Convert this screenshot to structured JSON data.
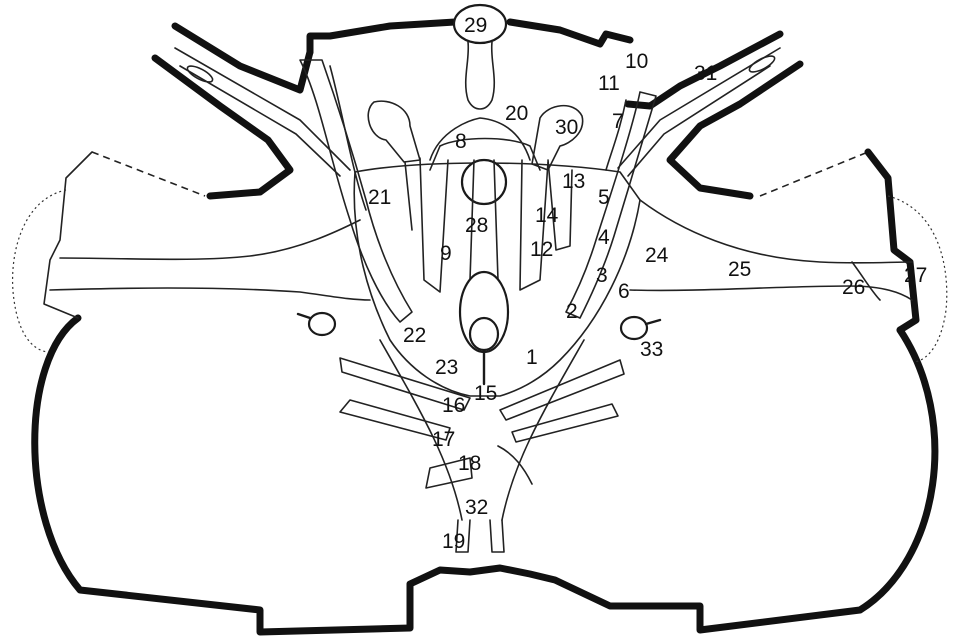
{
  "labels": [
    {
      "id": "1",
      "text": "1"
    },
    {
      "id": "2",
      "text": "2"
    },
    {
      "id": "3",
      "text": "3"
    },
    {
      "id": "4",
      "text": "4"
    },
    {
      "id": "5",
      "text": "5"
    },
    {
      "id": "6",
      "text": "6"
    },
    {
      "id": "7",
      "text": "7"
    },
    {
      "id": "8",
      "text": "8"
    },
    {
      "id": "9",
      "text": "9"
    },
    {
      "id": "10",
      "text": "10"
    },
    {
      "id": "11",
      "text": "11"
    },
    {
      "id": "12",
      "text": "12"
    },
    {
      "id": "13",
      "text": "13"
    },
    {
      "id": "14",
      "text": "14"
    },
    {
      "id": "15",
      "text": "15"
    },
    {
      "id": "16",
      "text": "16"
    },
    {
      "id": "17",
      "text": "17"
    },
    {
      "id": "18",
      "text": "18"
    },
    {
      "id": "19",
      "text": "19"
    },
    {
      "id": "20",
      "text": "20"
    },
    {
      "id": "21",
      "text": "21"
    },
    {
      "id": "22",
      "text": "22"
    },
    {
      "id": "23",
      "text": "23"
    },
    {
      "id": "24",
      "text": "24"
    },
    {
      "id": "25",
      "text": "25"
    },
    {
      "id": "26",
      "text": "26"
    },
    {
      "id": "27",
      "text": "27"
    },
    {
      "id": "28",
      "text": "28"
    },
    {
      "id": "29",
      "text": "29"
    },
    {
      "id": "30",
      "text": "30"
    },
    {
      "id": "31",
      "text": "31"
    },
    {
      "id": "32",
      "text": "32"
    },
    {
      "id": "33",
      "text": "33"
    }
  ]
}
